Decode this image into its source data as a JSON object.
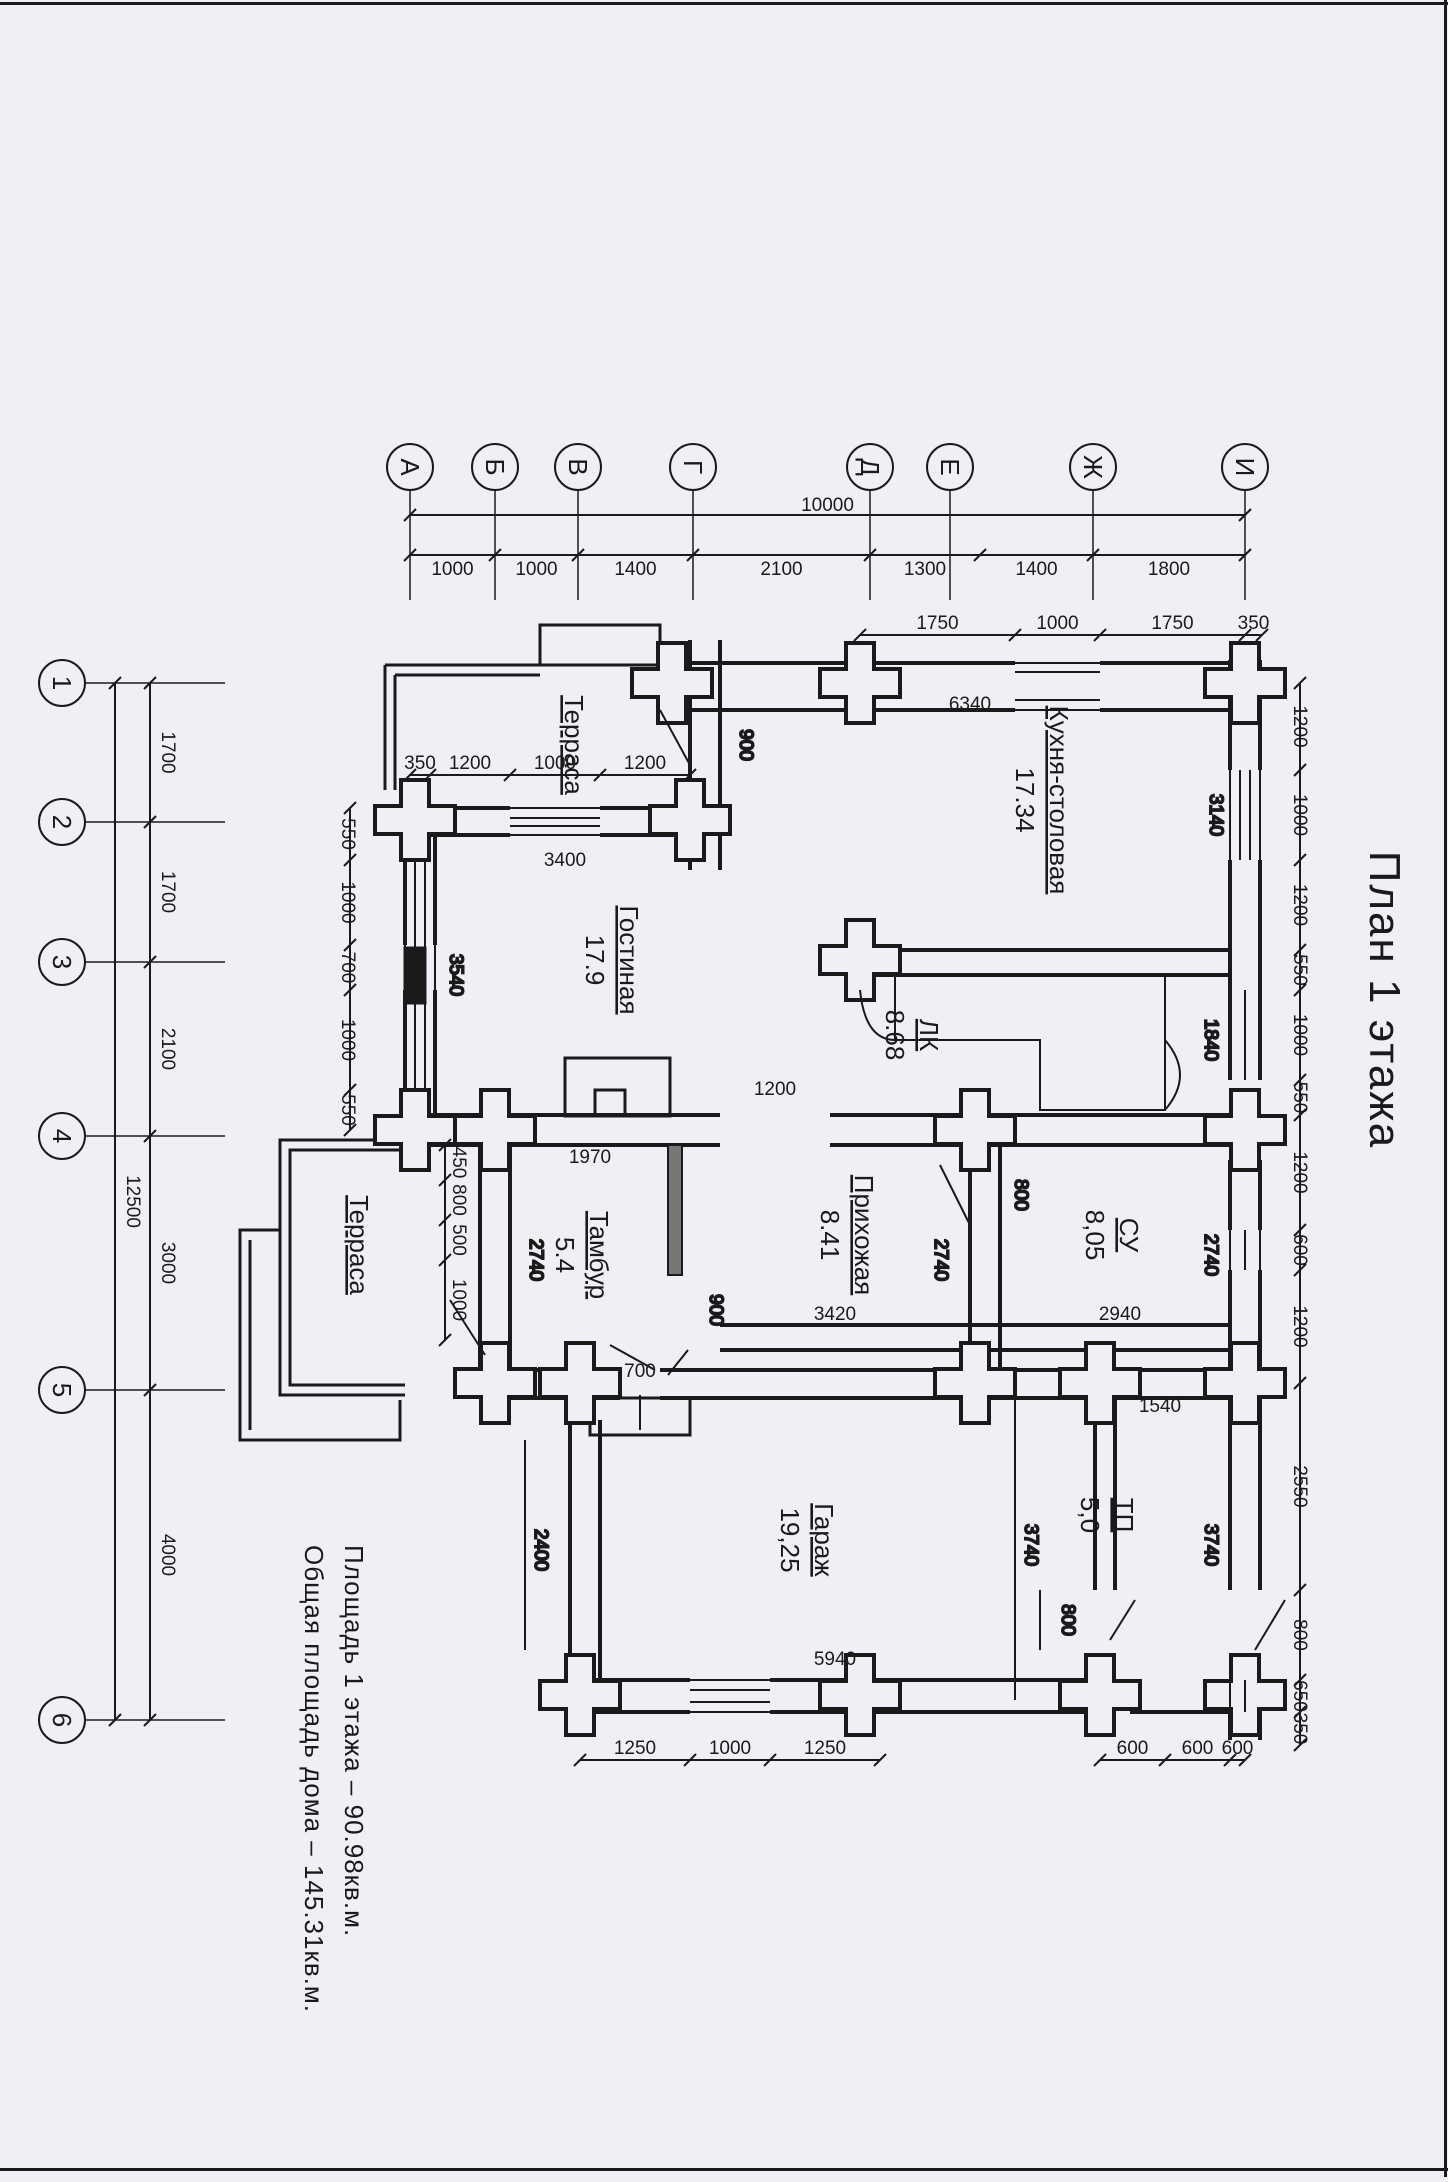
{
  "sheet": {
    "title": "План 1 этажа",
    "area_floor_1": "Площадь 1 этажа – 90.98кв.м.",
    "area_total": "Общая площадь дома – 145.31кв.м."
  },
  "axes": {
    "letters": [
      "А",
      "Б",
      "В",
      "Г",
      "Д",
      "Е",
      "Ж",
      "И"
    ],
    "numbers": [
      "1",
      "2",
      "3",
      "4",
      "5",
      "6"
    ]
  },
  "dimensions": {
    "letter_chain": [
      "1000",
      "1000",
      "1400",
      "2100",
      "1300",
      "1400",
      "1800"
    ],
    "letter_total": "10000",
    "number_chain": [
      "1700",
      "1700",
      "2100",
      "3000",
      "4000"
    ],
    "number_total": "12500",
    "top_wall": [
      "1750",
      "1000",
      "1750",
      "350"
    ],
    "right_wall": [
      "1200",
      "1000",
      "1200",
      "550",
      "1000",
      "550",
      "1200",
      "600",
      "1200",
      "2550",
      "800",
      "650",
      "350"
    ],
    "bottom_left": [
      "1250",
      "1000",
      "1250"
    ],
    "bottom_right": [
      "600",
      "600",
      "600"
    ],
    "left_wall": [
      "550",
      "1000",
      "700",
      "1000",
      "550"
    ],
    "tambour_left": [
      "450",
      "800",
      "500",
      "1000"
    ],
    "terrace_top": [
      "350",
      "1200",
      "1000",
      "1200"
    ],
    "interior": {
      "kitchen_w": "6340",
      "kitchen_h": "3140",
      "terrace_depth": "900",
      "living_w": "3400",
      "living_h": "3540",
      "stair_h": "1840",
      "opening": "1200",
      "tambour_w": "1970",
      "tambour_h": "2740",
      "hall_h": "2740",
      "wc_h": "2740",
      "hall_w": "3420",
      "wc_w": "2940",
      "door_800_a": "800",
      "door_900": "900",
      "door_700": "700",
      "tp_w": "1540",
      "tp_h": "3740",
      "garage_h": "3740",
      "garage_w": "5940",
      "garage_door": "800",
      "garage_side": "2400"
    }
  },
  "rooms": [
    {
      "name": "Кухня-столовая",
      "area": "17.34"
    },
    {
      "name": "Гостиная",
      "area": "17.9"
    },
    {
      "name": "ЛК",
      "area": "8.68"
    },
    {
      "name": "Прихожая",
      "area": "8.41"
    },
    {
      "name": "СУ",
      "area": "8,05"
    },
    {
      "name": "Тамбур",
      "area": "5.4"
    },
    {
      "name": "Гараж",
      "area": "19,25"
    },
    {
      "name": "ТП",
      "area": "5,0"
    },
    {
      "name": "Терраса",
      "area": ""
    },
    {
      "name": "Терраса",
      "area": ""
    }
  ]
}
